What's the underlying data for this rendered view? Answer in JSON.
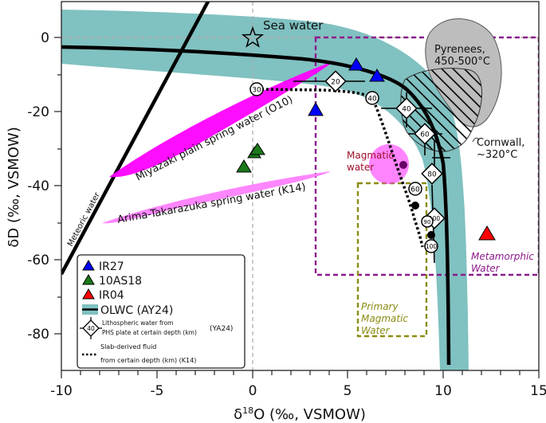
{
  "chart_data": {
    "type": "scatter",
    "title": "",
    "xlabel": "δ18O (‰, VSMOW)",
    "ylabel": "δD (‰, VSMOW)",
    "xlabel_parts": {
      "prefix": "δ",
      "sup": "18",
      "suffix": "O (‰, VSMOW)"
    },
    "xlim": [
      -10,
      15
    ],
    "ylim": [
      -91,
      10
    ],
    "x_ticks": [
      -10,
      -5,
      0,
      5,
      10,
      15
    ],
    "x_tick_labels": [
      "-10",
      "-5",
      "0",
      "5",
      "10",
      "15"
    ],
    "y_ticks": [
      0,
      -20,
      -40,
      -60,
      -80
    ],
    "y_tick_labels": [
      "0",
      "-20",
      "-40",
      "-60",
      "-80"
    ],
    "grid": false,
    "reference_lines": {
      "x0_dashed": true,
      "y0_dashed": true
    },
    "legend_position": "lower left",
    "series": [
      {
        "name": "IR27",
        "marker": "triangle",
        "color": "#0000ff",
        "points": [
          [
            5.5,
            -7
          ],
          [
            6.6,
            -10
          ],
          [
            3.3,
            -20
          ]
        ]
      },
      {
        "name": "10AS18",
        "marker": "triangle",
        "color": "#1a7a1a",
        "points": [
          [
            -0.5,
            -35
          ],
          [
            0.2,
            -31
          ],
          [
            0.0,
            -33
          ]
        ]
      },
      {
        "name": "IR04",
        "marker": "triangle",
        "color": "#ff0000",
        "points": [
          [
            12.3,
            -53
          ]
        ]
      },
      {
        "name": "OLWC (AY24)",
        "type": "curve_with_band",
        "color": "#000000",
        "band_color": "#80c1c1",
        "points": [
          [
            -10,
            -2.5
          ],
          [
            -5,
            -3.3
          ],
          [
            0,
            -4.8
          ],
          [
            3,
            -6.5
          ],
          [
            5,
            -8.5
          ],
          [
            7,
            -13
          ],
          [
            8.3,
            -20
          ],
          [
            9.2,
            -28
          ],
          [
            9.7,
            -37
          ],
          [
            10.0,
            -48
          ],
          [
            10.2,
            -62
          ],
          [
            10.4,
            -89
          ]
        ]
      },
      {
        "name": "Lithospheric water from PHS plate at certain depth (km) (YA24)",
        "marker": "diamond-with-errorbars",
        "points": [
          {
            "depth": 20,
            "x": 4.4,
            "y": -12
          },
          {
            "depth": 40,
            "x": 8.0,
            "y": -19
          },
          {
            "depth": 60,
            "x": 9.0,
            "y": -26
          },
          {
            "depth": 80,
            "x": 9.7,
            "y": -37
          },
          {
            "depth": 100,
            "x": 9.9,
            "y": -49
          }
        ]
      },
      {
        "name": "Slab-derived fluid from certain depth (km) (K14)",
        "type": "dotted-line",
        "color": "#000000",
        "points": [
          {
            "depth": 30,
            "x": 0.2,
            "y": -14
          },
          {
            "depth": 40,
            "x": 6.2,
            "y": -16
          },
          {
            "depth": 60,
            "x": 8.5,
            "y": -41
          },
          {
            "depth": 90,
            "x": 9.2,
            "y": -50
          },
          {
            "depth": 100,
            "x": 9.3,
            "y": -57
          }
        ]
      },
      {
        "name": "Meteoric water",
        "type": "line",
        "color": "#000000",
        "points": [
          [
            -10,
            -64
          ],
          [
            -2.3,
            10
          ]
        ]
      },
      {
        "name": "Miyazaki plain spring water (O10)",
        "type": "ellipse-band",
        "color": "#ff00ff",
        "from": [
          -7.5,
          -37
        ],
        "to": [
          4.3,
          -6
        ]
      },
      {
        "name": "Arima-Takarazuka spring water (K14)",
        "type": "ellipse-band",
        "color": "#ff80ff",
        "from": [
          -7.8,
          -50
        ],
        "to": [
          3.0,
          -36
        ]
      },
      {
        "name": "Magmatic water",
        "type": "circle",
        "color": "#ff66ff",
        "center": [
          7.1,
          -34
        ],
        "radius_x": 1.0
      },
      {
        "name": "Metamorphic Water",
        "type": "box",
        "color": "#8b1a8b",
        "x_range": [
          3.3,
          15
        ],
        "y_range": [
          -64,
          0
        ]
      },
      {
        "name": "Primary Magmatic Water",
        "type": "box",
        "color": "#8c8c14",
        "x_range": [
          5.1,
          9.3
        ],
        "y_range": [
          -88,
          -40
        ]
      },
      {
        "name": "Pyrenees, 450-500°C",
        "type": "region",
        "color": "#bdbdbd"
      },
      {
        "name": "Cornwall, ~320°C",
        "type": "hatched-region",
        "color": "#000000"
      }
    ],
    "annotations": [
      "Sea water",
      "Meteoric water",
      "Miyazaki plain spring water (O10)",
      "Arima-Takarazuka spring water (K14)",
      "Magmatic water",
      "Pyrenees, 450-500°C",
      "Cornwall, ~320°C",
      "Metamorphic Water",
      "Primary Magmatic Water"
    ]
  },
  "labels": {
    "sea_water": "Sea water",
    "meteoric_water": "Meteoric water",
    "miyazaki": "Miyazaki plain spring water (O10)",
    "arima": "Arima-Takarazuka spring water (K14)",
    "magmatic_l1": "Magmatic",
    "magmatic_l2": "water",
    "pyrenees_l1": "Pyrenees,",
    "pyrenees_l2": "450-500°C",
    "cornwall_l1": "Cornwall,",
    "cornwall_l2": "~320°C",
    "metamorphic_l1": "Metamorphic",
    "metamorphic_l2": "Water",
    "primary_l1": "Primary",
    "primary_l2": "Magmatic",
    "primary_l3": "Water"
  },
  "depth_labels": {
    "diamond": [
      "20",
      "40",
      "60",
      "80",
      "100"
    ],
    "circle": [
      "30",
      "40",
      "60",
      "90",
      "100"
    ]
  },
  "legend": {
    "items": [
      {
        "label": "IR27",
        "color": "#0000ff"
      },
      {
        "label": "10AS18",
        "color": "#1a7a1a"
      },
      {
        "label": "IR04",
        "color": "#ff0000"
      },
      {
        "label": "OLWC (AY24)"
      }
    ],
    "litho_l1": "Lithospheric water from",
    "litho_l2": "PHS plate at certain depth (km)",
    "litho_ref": "(YA24)",
    "litho_marker": "40",
    "slab_l1": "Slab-derived fluid",
    "slab_l2": "from certain depth (km) (K14)"
  },
  "axes": {
    "x_ticks": [
      "-10",
      "-5",
      "0",
      "5",
      "10",
      "15"
    ],
    "y_ticks": [
      "0",
      "-20",
      "-40",
      "-60",
      "-80"
    ],
    "x_title_prefix": "δ",
    "x_title_sup": "18",
    "x_title_suffix": "O (‰, VSMOW)",
    "y_title": "δD (‰, VSMOW)"
  }
}
